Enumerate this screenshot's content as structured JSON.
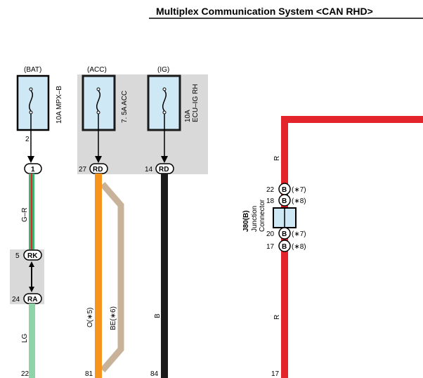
{
  "title": "Multiplex Communication System <CAN RHD>",
  "fuses": [
    {
      "source": "(BAT)",
      "name": "10A MPX–B",
      "pin_out": "2"
    },
    {
      "source": "(ACC)",
      "name": "7. 5A ACC"
    },
    {
      "source": "(IG)",
      "name_line1": "10A",
      "name_line2": "ECU–IG RH"
    }
  ],
  "connectors": {
    "c1": "1",
    "rd27_pin": "27",
    "rd27_label": "RD",
    "rd14_pin": "14",
    "rd14_label": "RD",
    "rk_pin": "5",
    "rk_label": "RK",
    "ra_pin": "24",
    "ra_label": "RA"
  },
  "wires": {
    "gr": "G–R",
    "lg": "LG",
    "orange": "O(∗5)",
    "beige": "BE(∗6)",
    "black": "B",
    "red_top": "R",
    "red_bottom": "R"
  },
  "junction": {
    "id": "J80(B)",
    "name_line1": "Junction",
    "name_line2": "Connector",
    "pins": [
      {
        "num": "22",
        "label": "B",
        "note": "(∗7)"
      },
      {
        "num": "18",
        "label": "B",
        "note": "(∗8)"
      },
      {
        "num": "20",
        "label": "B",
        "note": "(∗7)"
      },
      {
        "num": "17",
        "label": "B",
        "note": "(∗8)"
      }
    ]
  },
  "bottom_pins": [
    "22",
    "81",
    "84",
    "17"
  ],
  "colors": {
    "shade": "#d9d9d9",
    "fuse_fill": "#cfe8f5",
    "green": "#3fb36b",
    "red": "#e3242b",
    "light_green": "#8fd4a8",
    "orange": "#f7941d",
    "beige": "#c8b39a",
    "black": "#1a1a1a"
  }
}
